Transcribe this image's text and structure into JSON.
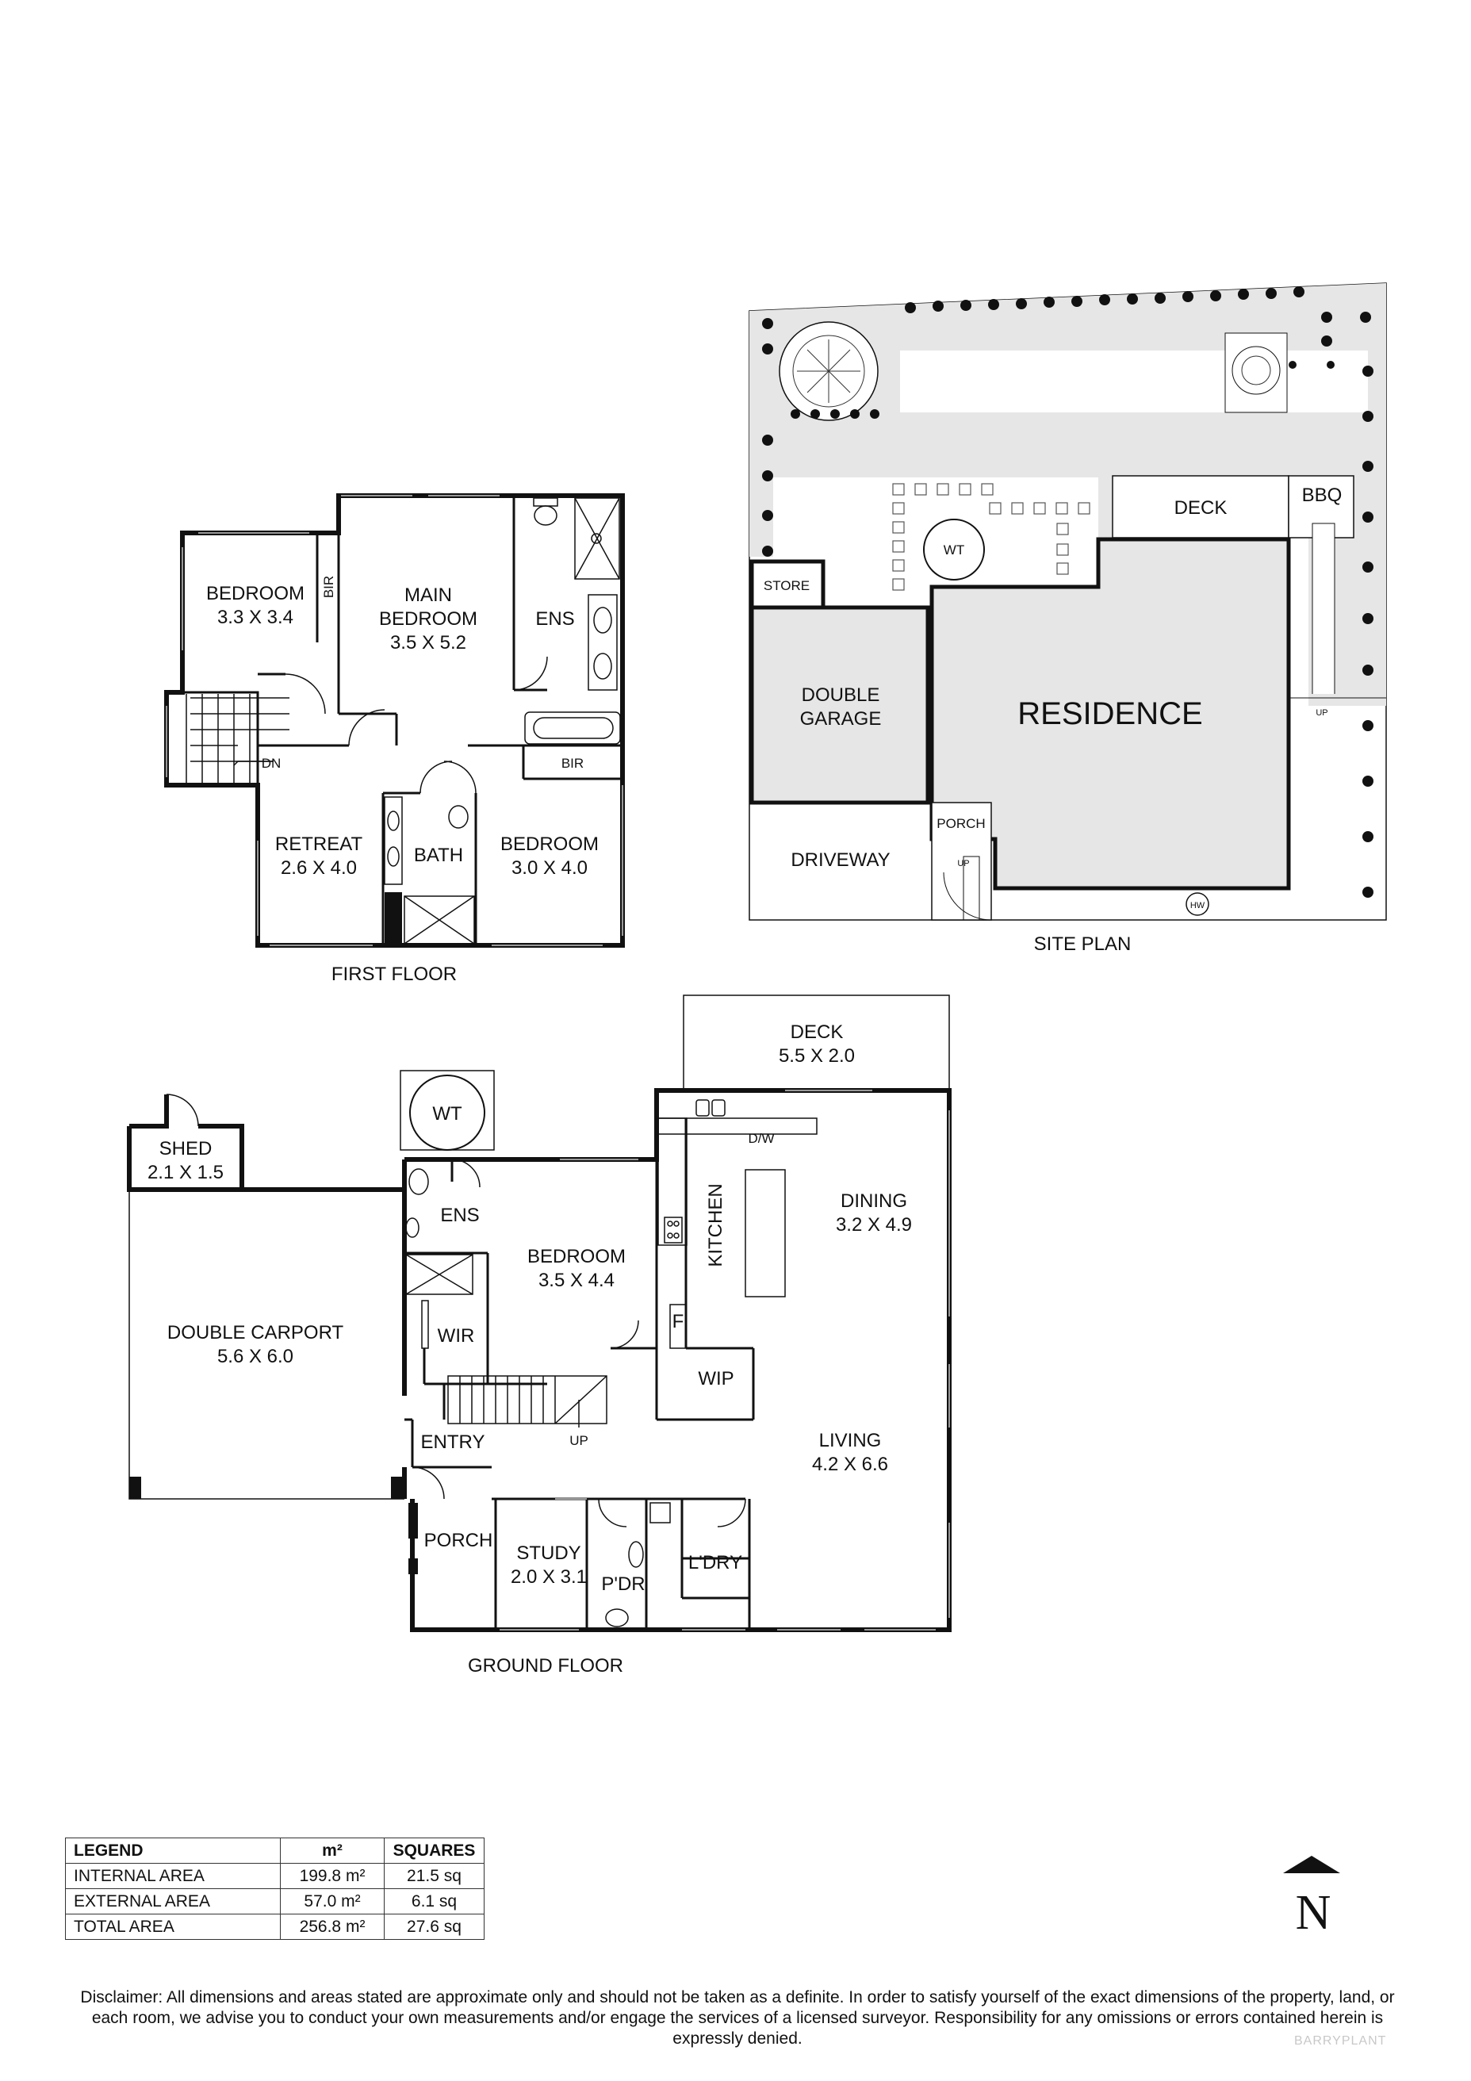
{
  "first_floor": {
    "caption": "FIRST FLOOR",
    "rooms": {
      "bedroom1": {
        "name": "BEDROOM",
        "size": "3.3 X 3.4"
      },
      "bir1": "BIR",
      "main_bedroom": {
        "name1": "MAIN",
        "name2": "BEDROOM",
        "size": "3.5 X 5.2"
      },
      "ens": "ENS",
      "bir2": "BIR",
      "dn": "DN",
      "retreat": {
        "name": "RETREAT",
        "size": "2.6 X 4.0"
      },
      "bath": "BATH",
      "bedroom2": {
        "name": "BEDROOM",
        "size": "3.0 X 4.0"
      }
    }
  },
  "site_plan": {
    "caption": "SITE PLAN",
    "labels": {
      "deck": "DECK",
      "bbq": "BBQ",
      "store": "STORE",
      "wt": "WT",
      "garage1": "DOUBLE",
      "garage2": "GARAGE",
      "residence": "RESIDENCE",
      "porch": "PORCH",
      "up1": "UP",
      "up2": "UP",
      "driveway": "DRIVEWAY",
      "hw": "HW"
    }
  },
  "ground_floor": {
    "caption": "GROUND FLOOR",
    "rooms": {
      "deck": {
        "name": "DECK",
        "size": "5.5 X 2.0"
      },
      "wt": "WT",
      "shed": {
        "name": "SHED",
        "size": "2.1 X 1.5"
      },
      "dw": "D/W",
      "kitchen": "KITCHEN",
      "dining": {
        "name": "DINING",
        "size": "3.2 X 4.9"
      },
      "ens": "ENS",
      "bedroom": {
        "name": "BEDROOM",
        "size": "3.5 X 4.4"
      },
      "carport": {
        "name": "DOUBLE CARPORT",
        "size": "5.6 X 6.0"
      },
      "wir": "WIR",
      "fridge": "F",
      "wip": "WIP",
      "entry": "ENTRY",
      "up": "UP",
      "living": {
        "name": "LIVING",
        "size": "4.2 X 6.6"
      },
      "porch": "PORCH",
      "study": {
        "name": "STUDY",
        "size": "2.0 X 3.1"
      },
      "pdr": "P'DR",
      "ldry": "L'DRY"
    }
  },
  "legend": {
    "headers": [
      "LEGEND",
      "m²",
      "SQUARES"
    ],
    "rows": [
      {
        "label": "INTERNAL AREA",
        "m2": "199.8 m²",
        "sq": "21.5 sq"
      },
      {
        "label": "EXTERNAL AREA",
        "m2": "57.0 m²",
        "sq": "6.1 sq"
      },
      {
        "label": "TOTAL AREA",
        "m2": "256.8 m²",
        "sq": "27.6 sq"
      }
    ]
  },
  "north_label": "N",
  "disclaimer": "Disclaimer: All dimensions and areas stated are approximate only and should not be taken as a definite. In order to satisfy yourself of the exact dimensions of the property, land, or each room, we advise you to conduct your own measurements and/or engage the services of a licensed surveyor. Responsibility for any omissions or errors contained herein is expressly denied.",
  "watermark": "BARRYPLANT",
  "colors": {
    "ink": "#111111",
    "site_fill": "#e6e6e6",
    "window": "#999999"
  }
}
